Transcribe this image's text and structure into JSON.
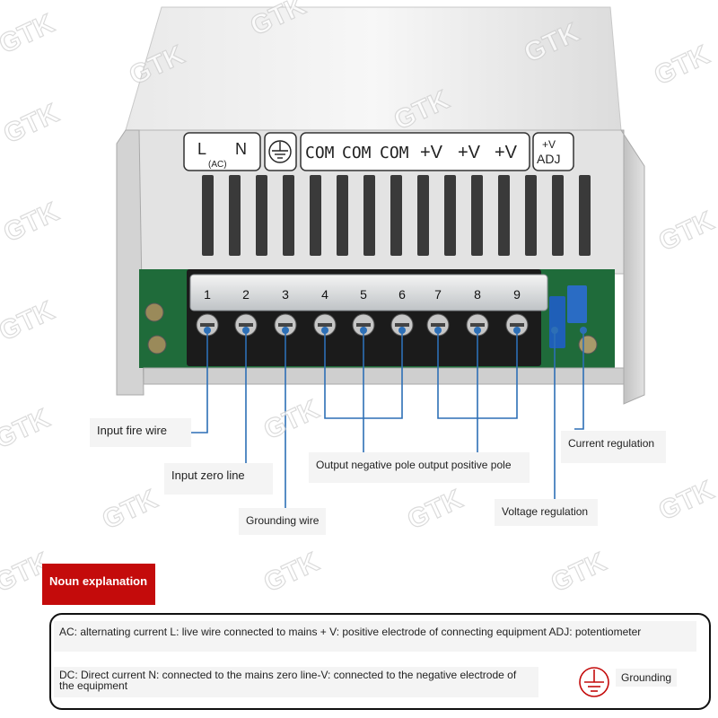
{
  "watermark": "GTK",
  "panel_labels": {
    "l": "L",
    "n": "N",
    "ac": "(AC)",
    "com1": "COM",
    "com2": "COM",
    "com3": "COM",
    "pv1": "+V",
    "pv2": "+V",
    "pv3": "+V",
    "adj_plus": "+V",
    "adj": "ADJ"
  },
  "terminal_numbers": [
    "1",
    "2",
    "3",
    "4",
    "5",
    "6",
    "7",
    "8",
    "9"
  ],
  "callouts": {
    "fire_wire": "Input fire wire",
    "zero_line": "Input zero line",
    "grounding_wire": "Grounding wire",
    "output_poles": "Output negative pole output positive pole",
    "voltage_regulation": "Voltage regulation",
    "current_regulation": "Current regulation"
  },
  "noun_explanation": {
    "title": "Noun explanation",
    "line1": "AC: alternating current L: live wire connected to mains + V: positive electrode of connecting equipment ADJ: potentiometer",
    "line2a": "DC: Direct current N: connected to the mains zero line-V: connected to the negative electrode of",
    "line2b": "the equipment",
    "grounding_label": "Grounding"
  },
  "colors": {
    "leader_line": "#2d6fb6",
    "title_bg": "#c40b0b",
    "terminal_block": "#1b1b1b",
    "pcb": "#1f6b3a",
    "adjust_pot": "#1f5fb8"
  },
  "icons": [
    "ground-symbol-icon",
    "ground-legend-icon"
  ]
}
